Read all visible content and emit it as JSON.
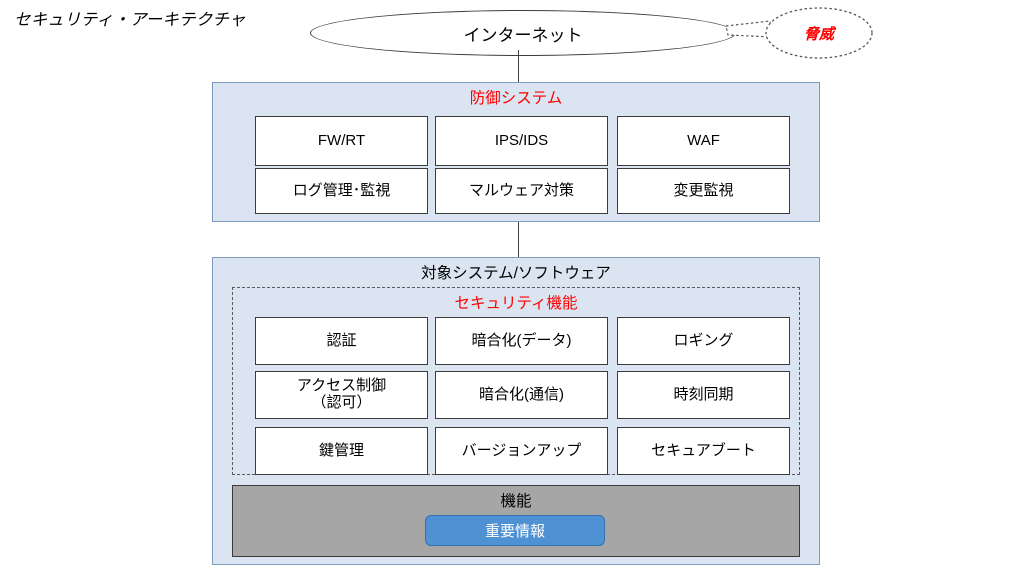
{
  "page": {
    "title": "セキュリティ・アーキテクチャ"
  },
  "internet": {
    "label": "インターネット",
    "icon": "ellipse-cloud-icon"
  },
  "threat": {
    "label": "脅威",
    "color": "#ff0000",
    "icon": "dashed-callout-icon"
  },
  "defense_system": {
    "title": "防御システム",
    "title_color": "#ff0000",
    "fill_color": "#dbe5f1",
    "border_color": "#7f9bc0",
    "items": [
      {
        "label": "FW/RT"
      },
      {
        "label": "IPS/IDS"
      },
      {
        "label": "WAF"
      },
      {
        "label": "ログ管理･監視"
      },
      {
        "label": "マルウェア対策"
      },
      {
        "label": "変更監視"
      }
    ]
  },
  "target_system": {
    "title": "対象システム/ソフトウェア",
    "title_color": "#000000",
    "fill_color": "#dbe5f1",
    "border_color": "#7f9bc0",
    "security_functions": {
      "title": "セキュリティ機能",
      "title_color": "#ff0000",
      "items": [
        {
          "label": "認証",
          "line1": "認証",
          "line2": ""
        },
        {
          "label": "暗合化(データ)",
          "line1": "暗合化(データ)",
          "line2": ""
        },
        {
          "label": "ロギング",
          "line1": "ロギング",
          "line2": ""
        },
        {
          "label": "アクセス制御（認可）",
          "line1": "アクセス制御",
          "line2": "（認可）"
        },
        {
          "label": "暗合化(通信)",
          "line1": "暗合化(通信)",
          "line2": ""
        },
        {
          "label": "時刻同期",
          "line1": "時刻同期",
          "line2": ""
        },
        {
          "label": "鍵管理",
          "line1": "鍵管理",
          "line2": ""
        },
        {
          "label": "バージョンアップ",
          "line1": "バージョンアップ",
          "line2": ""
        },
        {
          "label": "セキュアブート",
          "line1": "セキュアブート",
          "line2": ""
        }
      ]
    },
    "function_area": {
      "title": "機能",
      "fill_color": "#a6a6a6",
      "critical_info": {
        "label": "重要情報",
        "fill_color": "#4f92d3",
        "text_color": "#ffffff"
      }
    }
  }
}
